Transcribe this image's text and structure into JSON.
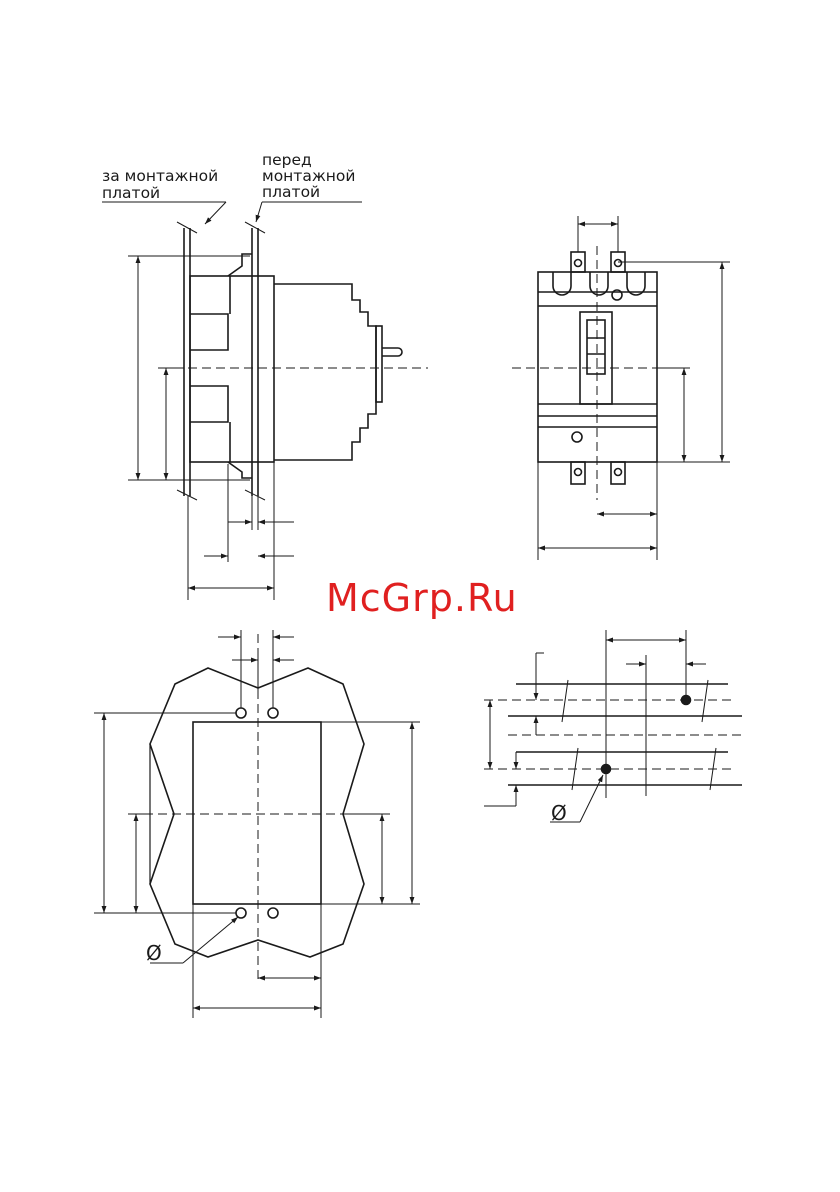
{
  "labels": {
    "behind_plate": [
      "за монтажной",
      "платой"
    ],
    "front_plate": [
      "перед",
      "монтажной",
      "платой"
    ]
  },
  "symbols": {
    "diameter": "Ø"
  },
  "watermark": "McGrp.Ru",
  "colors": {
    "line": "#1a1a1a",
    "watermark": "#e02020",
    "background": "#ffffff"
  }
}
